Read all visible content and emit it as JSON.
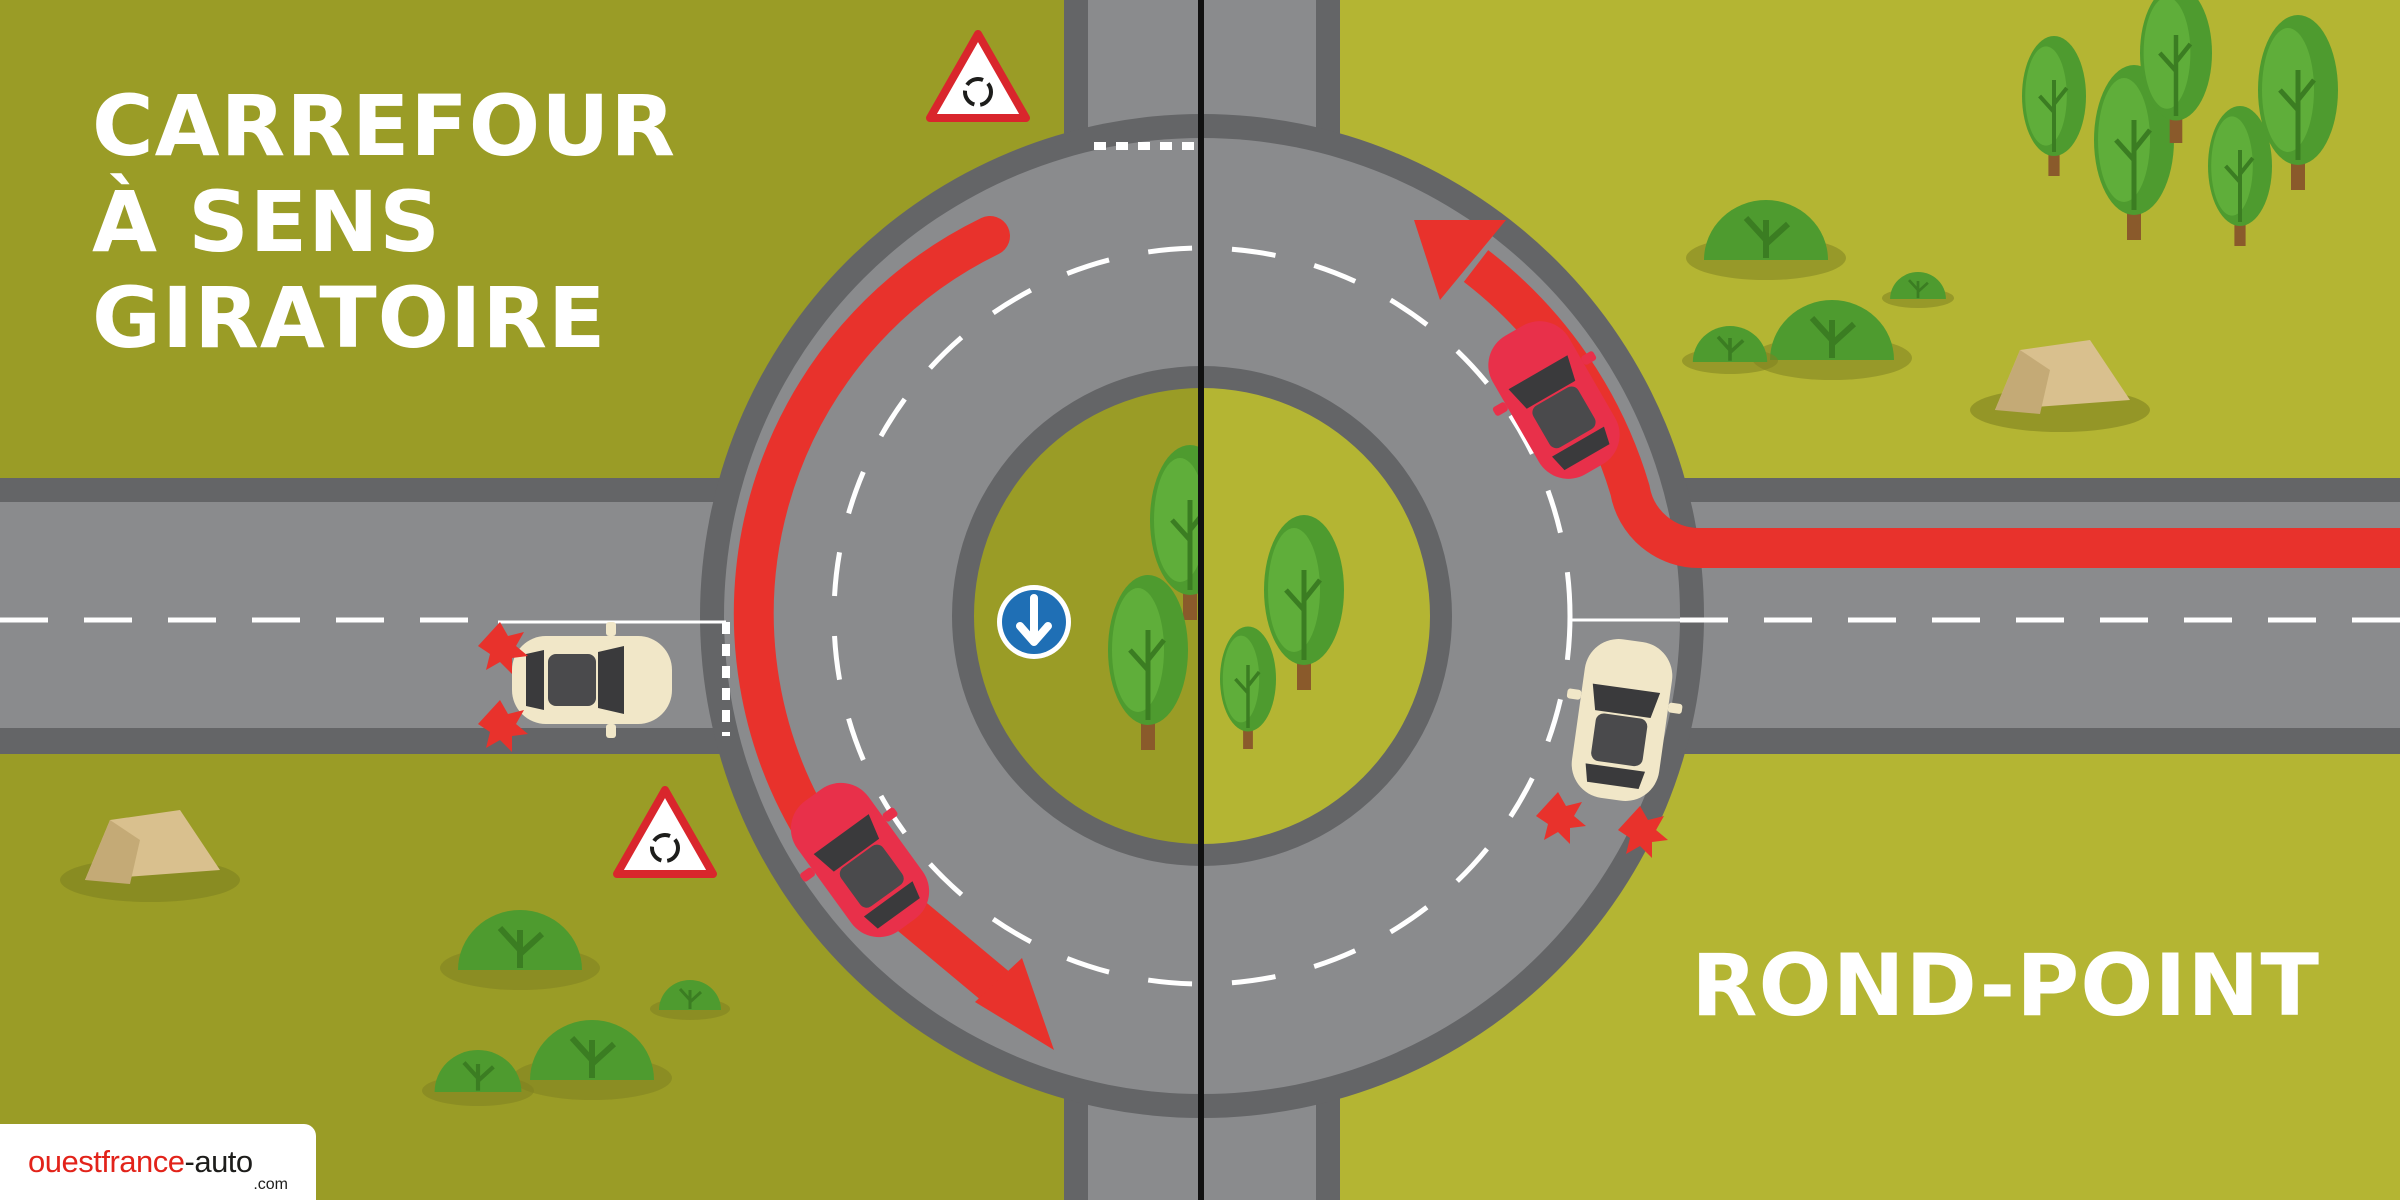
{
  "left_panel": {
    "title_lines": [
      "CARREFOUR",
      "À SENS",
      "GIRATOIRE"
    ]
  },
  "right_panel": {
    "title": "ROND-POINT"
  },
  "logo": {
    "brand_red": "ouestfrance",
    "brand_dark": "-auto",
    "suffix": ".com"
  },
  "colors": {
    "grass_left": "#9a9c26",
    "grass_right": "#b4b533",
    "road": "#8a8b8d",
    "road_border": "#646567",
    "arrow": "#e8322c",
    "car_red": "#e8304a",
    "car_cream": "#f1e7c8",
    "sign_blue": "#1f6fb5"
  },
  "icons": [
    "roundabout-warning-sign-icon",
    "mandatory-direction-sign-icon",
    "tree-icon",
    "bush-icon",
    "rock-icon",
    "car-icon",
    "brake-light-icon",
    "direction-arrow-icon"
  ]
}
